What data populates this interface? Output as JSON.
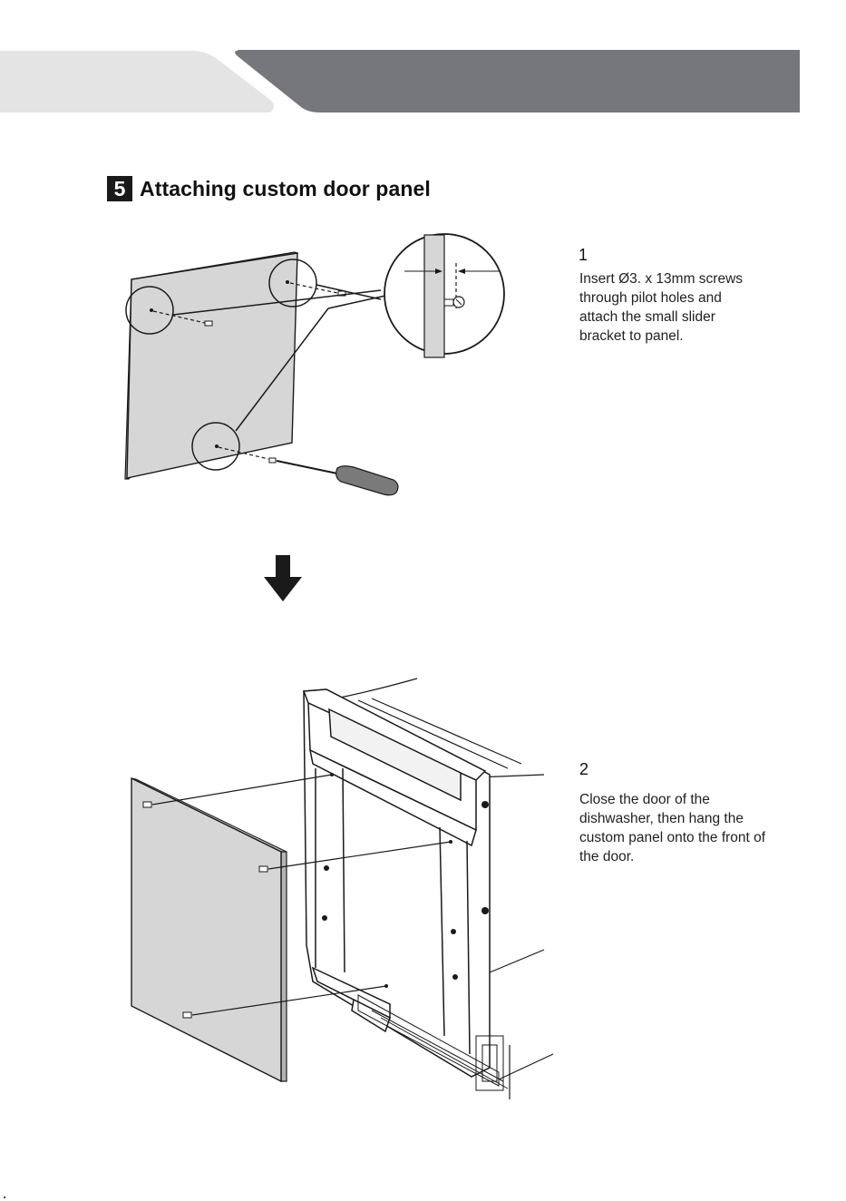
{
  "section": {
    "number": "5",
    "title": "Attaching custom door panel"
  },
  "steps": [
    {
      "number": "1",
      "text": "Insert Ø3.   x 13mm screws through pilot holes and attach the small slider bracket to panel."
    },
    {
      "number": "2",
      "text": "Close the door of the dishwasher, then hang the custom panel onto the front of the door."
    }
  ],
  "colors": {
    "header_light": "#e4e4e5",
    "header_dark": "#76777c",
    "panel_fill": "#d6d6d6",
    "line": "#1a1a1a"
  },
  "icons": {
    "flow_arrow": "arrow-down-icon"
  }
}
